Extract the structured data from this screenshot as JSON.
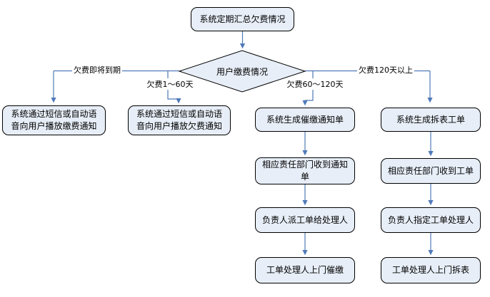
{
  "colors": {
    "node_fill": "#e7eef7",
    "node_border": "#000000",
    "arrow": "#4f7ab8",
    "background": "#ffffff",
    "text": "#000000"
  },
  "flowchart": {
    "start": "系统定期汇总欠费情况",
    "decision": "用户缴费情况",
    "branches": {
      "due_soon": {
        "label": "欠费即将到期",
        "node": "系统通过短信或自动语音向用户播放缴费通知"
      },
      "days_1_60": {
        "label": "欠费1～60天",
        "node": "系统通过短信或自动语音向用户播放欠费通知"
      },
      "days_60_120": {
        "label": "欠费60～120天",
        "nodes": [
          "系统生成催缴通知单",
          "相应责任部门收到通知单",
          "负责人派工单给处理人",
          "工单处理人上门催缴"
        ]
      },
      "days_over_120": {
        "label": "欠费120天以上",
        "nodes": [
          "系统生成拆表工单",
          "相应责任部门收到工单",
          "负责人指定工单处理人",
          "工单处理人上门拆表"
        ]
      }
    }
  }
}
